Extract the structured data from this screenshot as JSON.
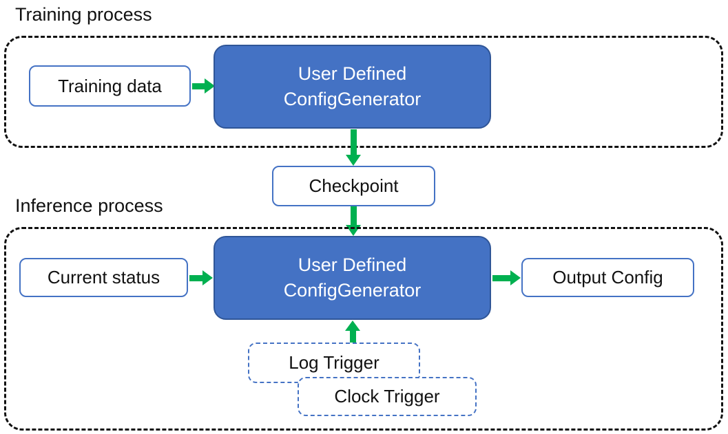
{
  "diagram": {
    "training": {
      "section_label": "Training process",
      "input_box_label": "Training data",
      "generator_box": {
        "line1": "User Defined",
        "line2": "ConfigGenerator"
      }
    },
    "checkpoint_box_label": "Checkpoint",
    "inference": {
      "section_label": "Inference process",
      "input_box_label": "Current status",
      "generator_box": {
        "line1": "User Defined",
        "line2": "ConfigGenerator"
      },
      "output_box_label": "Output Config",
      "log_trigger_label": "Log Trigger",
      "clock_trigger_label": "Clock Trigger"
    },
    "colors": {
      "generator_fill": "#4472C4",
      "generator_border": "#2F5597",
      "io_box_border": "#4472C4",
      "trigger_border_dashed": "#4472C4",
      "arrow_green": "#00B050",
      "container_dashed_border": "#111111",
      "text_dark": "#111111",
      "text_light": "#FFFFFF"
    }
  }
}
